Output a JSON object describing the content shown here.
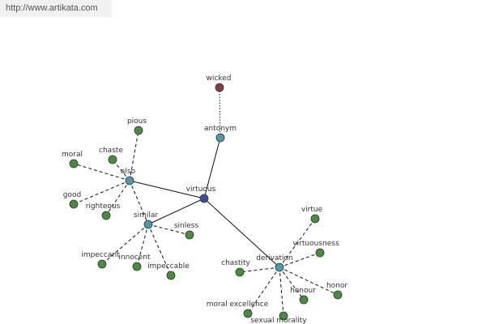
{
  "banner": {
    "url": "http://www.artikata.com"
  },
  "colors": {
    "center": "#3b4d99",
    "relation": "#4f9aa3",
    "term": "#4a8c3f",
    "antonym": "#8a3a3a",
    "edge": "#111111"
  },
  "graph": {
    "nodes": [
      {
        "id": "virtuous",
        "label": "virtuous",
        "kind": "center"
      },
      {
        "id": "antonym",
        "label": "antonym",
        "kind": "relation"
      },
      {
        "id": "also",
        "label": "also",
        "kind": "relation"
      },
      {
        "id": "similar",
        "label": "similar",
        "kind": "relation"
      },
      {
        "id": "derivation",
        "label": "derivation",
        "kind": "relation"
      },
      {
        "id": "wicked",
        "label": "wicked",
        "kind": "antonym"
      },
      {
        "id": "pious",
        "label": "pious",
        "kind": "term"
      },
      {
        "id": "chaste",
        "label": "chaste",
        "kind": "term"
      },
      {
        "id": "moral",
        "label": "moral",
        "kind": "term"
      },
      {
        "id": "good",
        "label": "good",
        "kind": "term"
      },
      {
        "id": "righteous",
        "label": "righteous",
        "kind": "term"
      },
      {
        "id": "sinless",
        "label": "sinless",
        "kind": "term"
      },
      {
        "id": "impeccant",
        "label": "impeccant",
        "kind": "term"
      },
      {
        "id": "innocent",
        "label": "innocent",
        "kind": "term"
      },
      {
        "id": "impeccable",
        "label": "impeccable",
        "kind": "term"
      },
      {
        "id": "virtue",
        "label": "virtue",
        "kind": "term"
      },
      {
        "id": "virtuousness",
        "label": "virtuousness",
        "kind": "term"
      },
      {
        "id": "chastity",
        "label": "chastity",
        "kind": "term"
      },
      {
        "id": "honour",
        "label": "honour",
        "kind": "term"
      },
      {
        "id": "honor",
        "label": "honor",
        "kind": "term"
      },
      {
        "id": "moral-excellence",
        "label": "moral excellence",
        "kind": "term"
      },
      {
        "id": "sexual-morality",
        "label": "sexual morality",
        "kind": "term"
      }
    ],
    "edges": [
      {
        "from": "virtuous",
        "to": "antonym",
        "style": "solid"
      },
      {
        "from": "virtuous",
        "to": "also",
        "style": "solid"
      },
      {
        "from": "virtuous",
        "to": "similar",
        "style": "solid"
      },
      {
        "from": "virtuous",
        "to": "derivation",
        "style": "solid"
      },
      {
        "from": "antonym",
        "to": "wicked",
        "style": "dotted"
      },
      {
        "from": "also",
        "to": "pious",
        "style": "dashed"
      },
      {
        "from": "also",
        "to": "chaste",
        "style": "dashed"
      },
      {
        "from": "also",
        "to": "moral",
        "style": "dashed"
      },
      {
        "from": "also",
        "to": "good",
        "style": "dashed"
      },
      {
        "from": "also",
        "to": "righteous",
        "style": "dashed"
      },
      {
        "from": "also",
        "to": "similar",
        "style": "dashed"
      },
      {
        "from": "similar",
        "to": "sinless",
        "style": "dashed"
      },
      {
        "from": "similar",
        "to": "impeccant",
        "style": "dashed"
      },
      {
        "from": "similar",
        "to": "innocent",
        "style": "dashed"
      },
      {
        "from": "similar",
        "to": "impeccable",
        "style": "dashed"
      },
      {
        "from": "derivation",
        "to": "virtue",
        "style": "dashed"
      },
      {
        "from": "derivation",
        "to": "virtuousness",
        "style": "dashed"
      },
      {
        "from": "derivation",
        "to": "chastity",
        "style": "dashed"
      },
      {
        "from": "derivation",
        "to": "honour",
        "style": "dashed"
      },
      {
        "from": "derivation",
        "to": "honor",
        "style": "dashed"
      },
      {
        "from": "derivation",
        "to": "moral-excellence",
        "style": "dashed"
      },
      {
        "from": "derivation",
        "to": "sexual-morality",
        "style": "dashed"
      }
    ]
  }
}
